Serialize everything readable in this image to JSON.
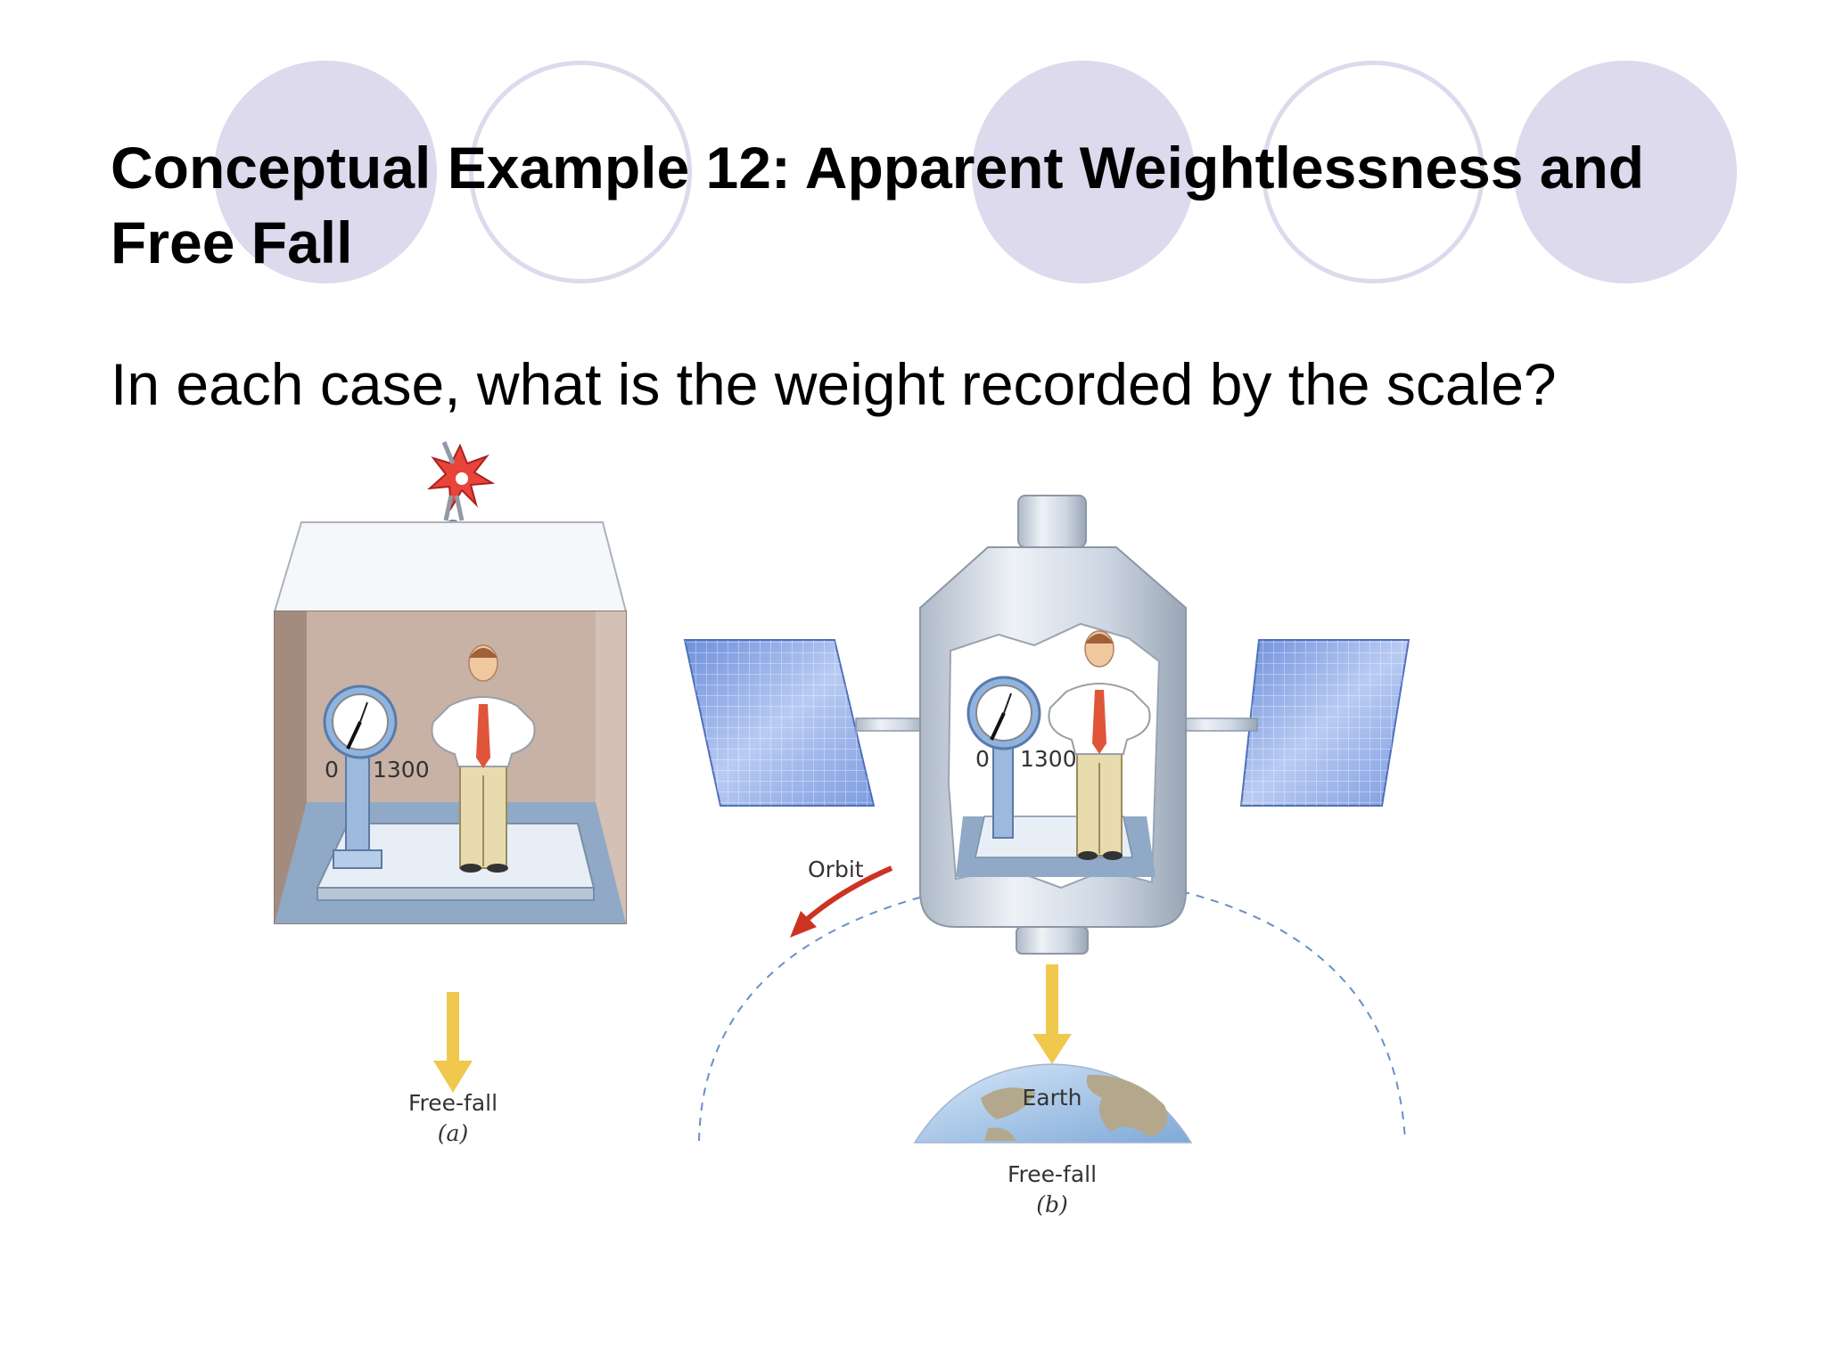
{
  "slide": {
    "title_line1": "Conceptual Example 12: Apparent Weightlessness and",
    "title_line2": "Free Fall",
    "question": "In each case, what is the weight recorded by the scale?"
  },
  "figure": {
    "panel_a": {
      "scale_min_label": "0",
      "scale_max_label": "1300",
      "fall_label": "Free-fall",
      "caption": "(a)"
    },
    "panel_b": {
      "scale_min_label": "0",
      "scale_max_label": "1300",
      "orbit_label": "Orbit",
      "earth_label": "Earth",
      "fall_label": "Free-fall",
      "caption": "(b)"
    }
  },
  "colors": {
    "decor_circle": "#dcdaec",
    "arrow_yellow": "#f1c84e",
    "orbit_arrow_red": "#cc3322",
    "solar_panel_blue": "#7d9be0",
    "elevator_wall": "#b49c8e"
  }
}
